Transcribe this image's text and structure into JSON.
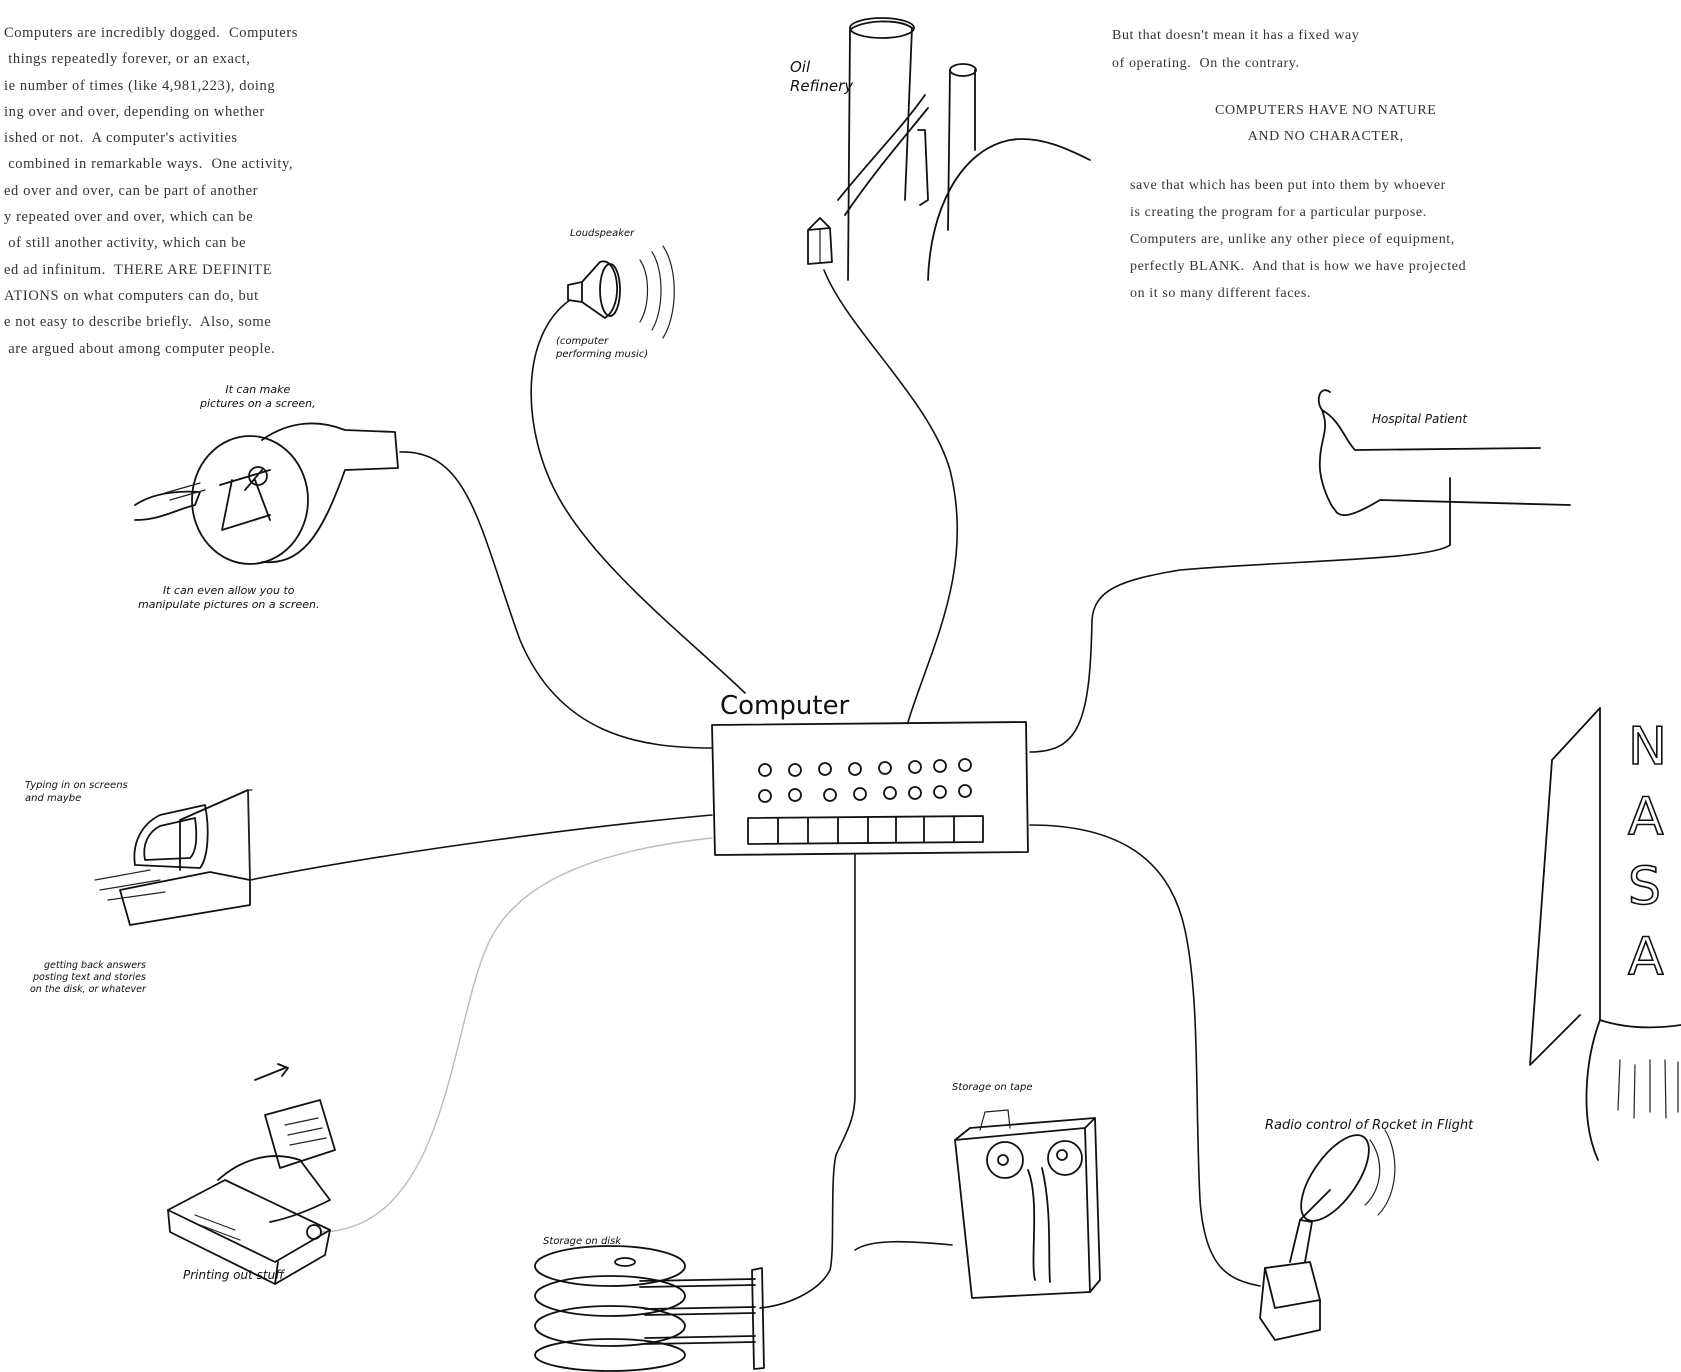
{
  "text_blocks": {
    "left_paragraph": "Computers are incredibly dogged.  Computers\n things repeatedly forever, or an exact,\nie number of times (like 4,981,223), doing\ning over and over, depending on whether\nished or not.  A computer's activities\n combined in remarkable ways.  One activity,\ned over and over, can be part of another\ny repeated over and over, which can be\n of still another activity, which can be\ned ad infinitum.  THERE ARE DEFINITE\nATIONS on what computers can do, but\ne not easy to describe briefly.  Also, some\n are argued about among computer people.",
    "right_intro": "But that doesn't mean it has a fixed way\nof operating.  On the contrary.",
    "right_heading": "COMPUTERS HAVE NO NATURE\nAND NO CHARACTER,",
    "right_paragraph": "save that which has been put into them by whoever\nis creating the program for a particular purpose.\nComputers are, unlike any other piece of equipment,\nperfectly BLANK.  And that is how we have projected\non it so many different faces."
  },
  "labels": {
    "computer": "Computer",
    "oil_refinery": "Oil\nRefinery",
    "loudspeaker": "Loudspeaker",
    "computer_music": "(computer\nperforming music)",
    "pictures_top": "It can make\npictures on a screen,",
    "pictures_bottom": "It can even allow you to\nmanipulate pictures on a screen.",
    "hospital_patient": "Hospital Patient",
    "typing_top": "Typing in on screens\nand maybe",
    "typing_bottom": "getting back answers\nposting text and stories\non the disk, or whatever",
    "printing": "Printing out stuff",
    "storage_disk": "Storage on disk",
    "storage_tape": "Storage on tape",
    "radio_control": "Radio control of Rocket in Flight",
    "nasa": "N\nA\nS\nA"
  },
  "colors": {
    "ink": "#111111",
    "typed_text": "#333333",
    "paper": "#ffffff",
    "faint_wire": "#bbbbbb"
  }
}
